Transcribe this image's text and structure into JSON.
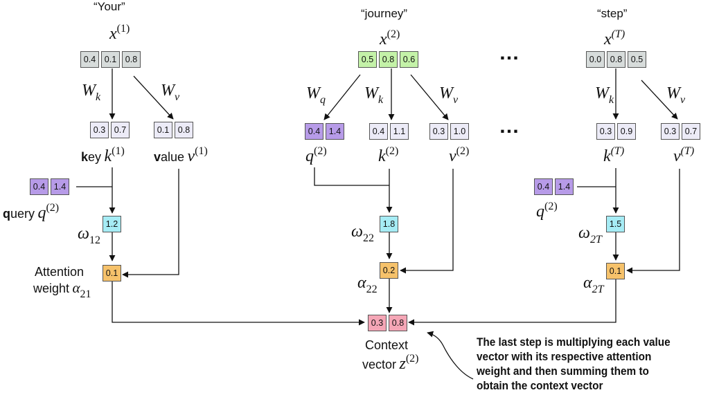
{
  "tokens": {
    "t1": {
      "word": "“Your”",
      "x_base": "x",
      "x_sup": "(1)",
      "input": [
        "0.4",
        "0.1",
        "0.8"
      ],
      "key": [
        "0.3",
        "0.7"
      ],
      "value": [
        "0.1",
        "0.8"
      ],
      "key_label_bold": "k",
      "key_label_rest": "ey",
      "key_sym": "k",
      "key_sup": "(1)",
      "value_label_bold": "v",
      "value_label_rest": "alue",
      "value_sym": "v",
      "value_sup": "(1)",
      "query": [
        "0.4",
        "1.4"
      ],
      "query_label_bold": "q",
      "query_label_rest": "uery",
      "query_sym": "q",
      "query_sup": "(2)",
      "omega": "1.2",
      "omega_sym": "ω",
      "omega_sub": "12",
      "alpha": "0.1",
      "alpha_label_line1": "Attention",
      "alpha_label_line2": "weight",
      "alpha_sym": "α",
      "alpha_sub": "21"
    },
    "t2": {
      "word": "“journey”",
      "x_base": "x",
      "x_sup": "(2)",
      "input": [
        "0.5",
        "0.8",
        "0.6"
      ],
      "query": [
        "0.4",
        "1.4"
      ],
      "key": [
        "0.4",
        "1.1"
      ],
      "value": [
        "0.3",
        "1.0"
      ],
      "q_sym": "q",
      "q_sup": "(2)",
      "k_sym": "k",
      "k_sup": "(2)",
      "v_sym": "v",
      "v_sup": "(2)",
      "omega": "1.8",
      "omega_sym": "ω",
      "omega_sub": "22",
      "alpha": "0.2",
      "alpha_sym": "α",
      "alpha_sub": "22"
    },
    "tT": {
      "word": "“step”",
      "x_base": "x",
      "x_sup": "(T)",
      "input": [
        "0.0",
        "0.8",
        "0.5"
      ],
      "key": [
        "0.3",
        "0.9"
      ],
      "value": [
        "0.3",
        "0.7"
      ],
      "k_sym": "k",
      "k_sup": "(T)",
      "v_sym": "v",
      "v_sup": "(T)",
      "query": [
        "0.4",
        "1.4"
      ],
      "query_sym": "q",
      "query_sup": "(2)",
      "omega": "1.5",
      "omega_sym": "ω",
      "omega_sub": "2T",
      "alpha": "0.1",
      "alpha_sym": "α",
      "alpha_sub": "2T"
    }
  },
  "weights": {
    "W": "W",
    "k": "k",
    "v": "v",
    "q": "q"
  },
  "ellipsis": "…",
  "context": {
    "values": [
      "0.3",
      "0.8"
    ],
    "label_line1": "Context",
    "label_line2": "vector",
    "sym": "z",
    "sup": "(2)"
  },
  "note": "The last step is multiplying each value vector with its respective attention weight and then summing them to obtain the context vector",
  "colors": {
    "input_other": "#d7dcdb",
    "input_query": "#c4f2a8",
    "kv": "#ecebf7",
    "query": "#b79be8",
    "omega": "#a6ecf5",
    "alpha": "#f6c26b",
    "context": "#f5a6b6"
  }
}
